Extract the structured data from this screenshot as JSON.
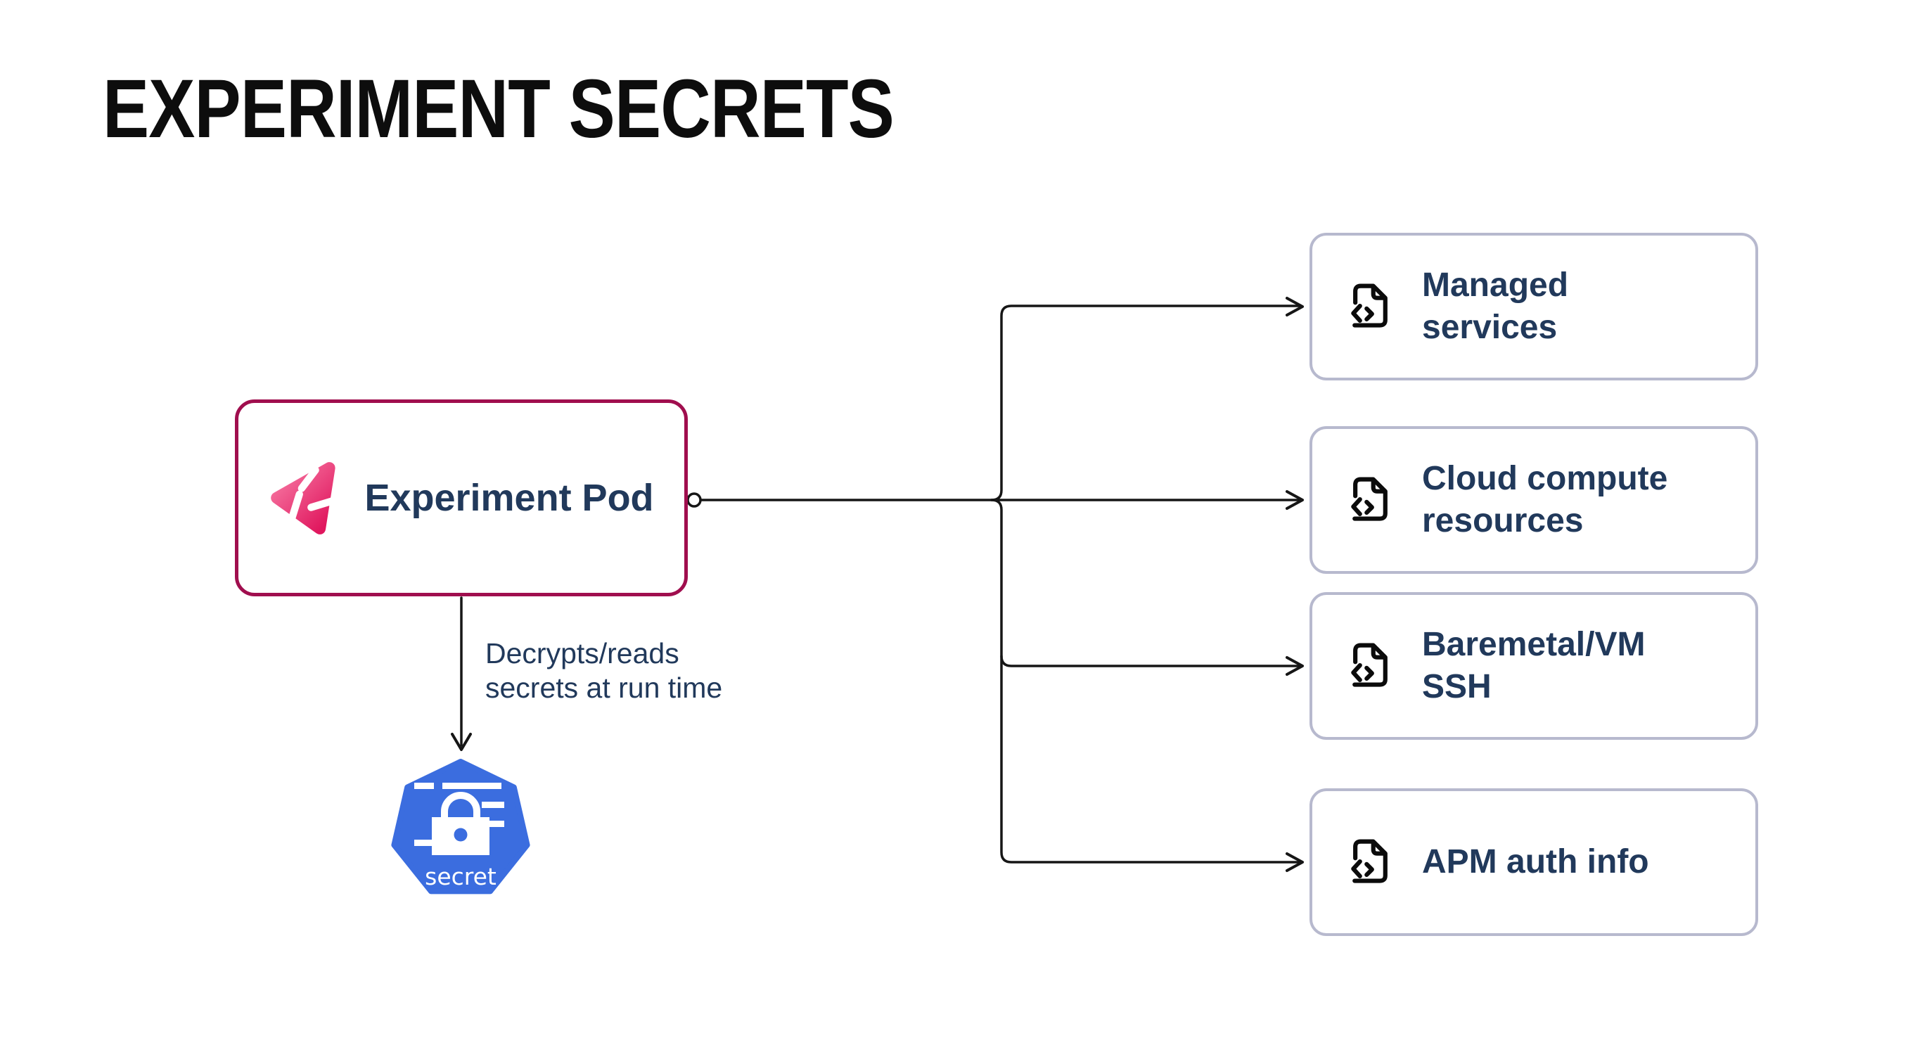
{
  "title": "EXPERIMENT SECRETS",
  "pod": {
    "label": "Experiment Pod",
    "icon": "litmus-experiment-icon",
    "border_color": "#A00E4E",
    "label_color": "#21395B"
  },
  "annotation": "Decrypts/reads\nsecrets at run time",
  "secret": {
    "label": "secret",
    "icon": "kubernetes-secret-icon",
    "color": "#3B6DDF"
  },
  "targets": [
    {
      "label": "Managed\nservices",
      "icon": "file-code-icon"
    },
    {
      "label": "Cloud compute\nresources",
      "icon": "file-code-icon"
    },
    {
      "label": "Baremetal/VM\nSSH",
      "icon": "file-code-icon"
    },
    {
      "label": "APM auth info",
      "icon": "file-code-icon"
    }
  ],
  "colors": {
    "pod_border": "#A00E4E",
    "target_border": "#B7B9CE",
    "text_navy": "#21395B",
    "line_black": "#161616",
    "kubernetes_blue": "#3B6DDF",
    "litmus_pink_light": "#F87CA6",
    "litmus_pink_dark": "#E0175E"
  }
}
